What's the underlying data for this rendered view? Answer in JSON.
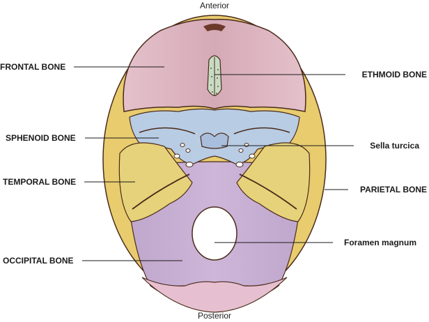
{
  "orientation": {
    "top": "Anterior",
    "bottom": "Posterior"
  },
  "labels": {
    "frontal": "FRONTAL BONE",
    "ethmoid": "ETHMOID BONE",
    "sphenoid": "SPHENOID BONE",
    "sella": "Sella turcica",
    "temporal": "TEMPORAL BONE",
    "parietal": "PARIETAL BONE",
    "occipital": "OCCIPITAL BONE",
    "foramen": "Foramen magnum"
  },
  "colors": {
    "frontal": "#dcb4c0",
    "ethmoid": "#c8dcc4",
    "sphenoid": "#b8cce4",
    "temporal": "#e6d27a",
    "parietal": "#e8cc6e",
    "occipital": "#c8b0d4",
    "outline": "#4a2a1a"
  }
}
